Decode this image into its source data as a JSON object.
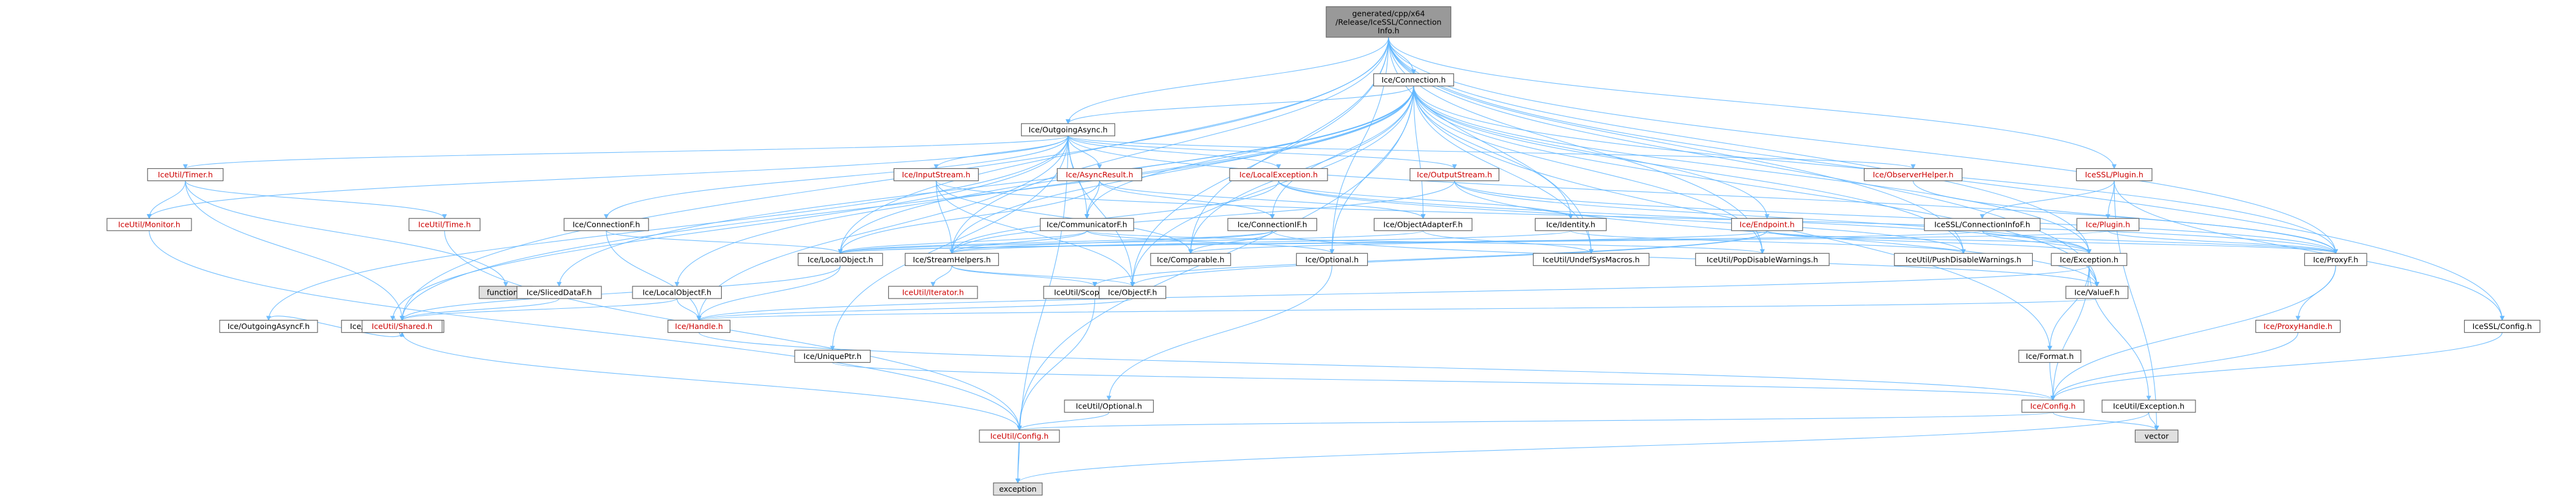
{
  "colors": {
    "root_fill": "#999999",
    "node_fill": "#ffffff",
    "external_fill": "#e0e0e0",
    "node_border": "#666666",
    "edge": "#63b8ff",
    "text": "#000000",
    "link_text": "#cc0000"
  },
  "root": {
    "lines": [
      "generated/cpp/x64",
      "/Release/IceSSL/Connection",
      "Info.h"
    ]
  },
  "nodes": [
    {
      "id": "connection",
      "label": "Ice/Connection.h",
      "red": false
    },
    {
      "id": "outgoingasync",
      "label": "Ice/OutgoingAsync.h",
      "red": false
    },
    {
      "id": "iceutiltimer",
      "label": "IceUtil/Timer.h",
      "red": true
    },
    {
      "id": "iceutilmonitor",
      "label": "IceUtil/Monitor.h",
      "red": true
    },
    {
      "id": "iceutiltime",
      "label": "IceUtil/Time.h",
      "red": true
    },
    {
      "id": "inputstream",
      "label": "Ice/InputStream.h",
      "red": true
    },
    {
      "id": "asyncresult",
      "label": "Ice/AsyncResult.h",
      "red": true
    },
    {
      "id": "localexception",
      "label": "Ice/LocalException.h",
      "red": true
    },
    {
      "id": "outputstream",
      "label": "Ice/OutputStream.h",
      "red": true
    },
    {
      "id": "observerhelper",
      "label": "Ice/ObserverHelper.h",
      "red": true
    },
    {
      "id": "sslplugin",
      "label": "IceSSL/Plugin.h",
      "red": true
    },
    {
      "id": "connectionff",
      "label": "Ice/ConnectionF.h",
      "red": false
    },
    {
      "id": "communicatorf",
      "label": "Ice/CommunicatorF.h",
      "red": false
    },
    {
      "id": "connectionif",
      "label": "Ice/ConnectionIF.h",
      "red": false
    },
    {
      "id": "objectadapterf",
      "label": "Ice/ObjectAdapterF.h",
      "red": false
    },
    {
      "id": "identity",
      "label": "Ice/Identity.h",
      "red": false
    },
    {
      "id": "endpoint",
      "label": "Ice/Endpoint.h",
      "red": true
    },
    {
      "id": "sslconninfof",
      "label": "IceSSL/ConnectionInfoF.h",
      "red": false
    },
    {
      "id": "iceplugin",
      "label": "Ice/Plugin.h",
      "red": true
    },
    {
      "id": "localobject",
      "label": "Ice/LocalObject.h",
      "red": false
    },
    {
      "id": "streamhelpers",
      "label": "Ice/StreamHelpers.h",
      "red": false
    },
    {
      "id": "comparable",
      "label": "Ice/Comparable.h",
      "red": false
    },
    {
      "id": "optional",
      "label": "Ice/Optional.h",
      "red": false
    },
    {
      "id": "undefsysmacros",
      "label": "IceUtil/UndefSysMacros.h",
      "red": false
    },
    {
      "id": "popdisable",
      "label": "IceUtil/PopDisableWarnings.h",
      "red": false
    },
    {
      "id": "pushdisable",
      "label": "IceUtil/PushDisableWarnings.h",
      "red": false
    },
    {
      "id": "exception",
      "label": "Ice/Exception.h",
      "red": false
    },
    {
      "id": "proxyf",
      "label": "Ice/ProxyF.h",
      "red": false
    },
    {
      "id": "outgoingasyncf",
      "label": "Ice/OutgoingAsyncF.h",
      "red": false
    },
    {
      "id": "requesthandlerf",
      "label": "Ice/RequestHandlerF.h",
      "red": false
    },
    {
      "id": "functional",
      "label": "functional",
      "red": false,
      "external": true
    },
    {
      "id": "sliceddataf",
      "label": "Ice/SlicedDataF.h",
      "red": false
    },
    {
      "id": "localobjectf",
      "label": "Ice/LocalObjectF.h",
      "red": false
    },
    {
      "id": "iceutiliterator",
      "label": "IceUtil/Iterator.h",
      "red": true
    },
    {
      "id": "scopedarray",
      "label": "IceUtil/ScopedArray.h",
      "red": false
    },
    {
      "id": "objectf",
      "label": "Ice/ObjectF.h",
      "red": false
    },
    {
      "id": "valuef",
      "label": "Ice/ValueF.h",
      "red": false
    },
    {
      "id": "iceutilshared",
      "label": "IceUtil/Shared.h",
      "red": true
    },
    {
      "id": "handle",
      "label": "Ice/Handle.h",
      "red": true
    },
    {
      "id": "uniqueptr",
      "label": "Ice/UniquePtr.h",
      "red": false
    },
    {
      "id": "format",
      "label": "Ice/Format.h",
      "red": false
    },
    {
      "id": "proxyhandle",
      "label": "Ice/ProxyHandle.h",
      "red": true
    },
    {
      "id": "sslconfig",
      "label": "IceSSL/Config.h",
      "red": false
    },
    {
      "id": "iceutiloptional",
      "label": "IceUtil/Optional.h",
      "red": false
    },
    {
      "id": "config",
      "label": "Ice/Config.h",
      "red": true
    },
    {
      "id": "iceutilexception",
      "label": "IceUtil/Exception.h",
      "red": false
    },
    {
      "id": "iceutilconfig",
      "label": "IceUtil/Config.h",
      "red": true
    },
    {
      "id": "vector",
      "label": "vector",
      "red": false,
      "external": true
    },
    {
      "id": "exceptionstd",
      "label": "exception",
      "red": false,
      "external": true
    }
  ]
}
